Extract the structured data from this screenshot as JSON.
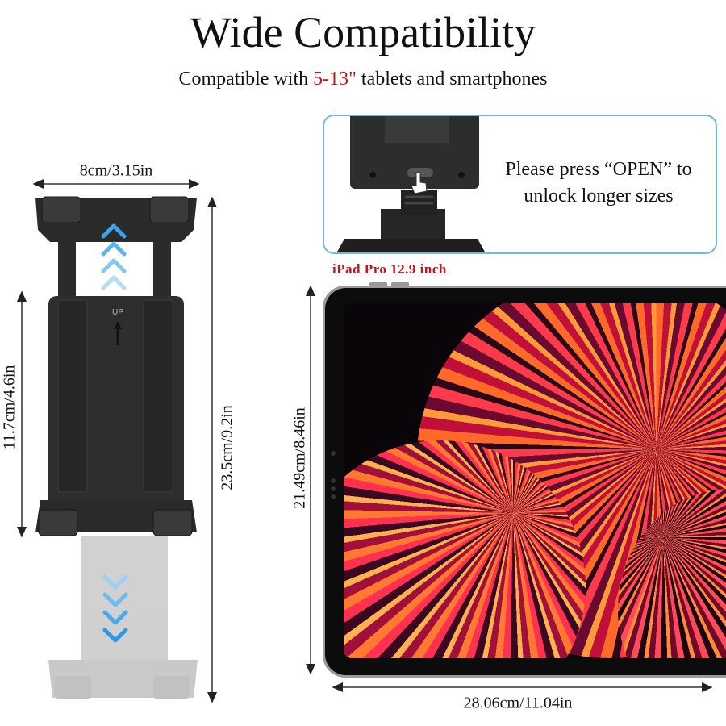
{
  "header": {
    "title": "Wide Compatibility",
    "subtitle_prefix": "Compatible with ",
    "subtitle_highlight": "5-13\"",
    "subtitle_suffix": " tablets and smartphones",
    "highlight_color": "#d0131a"
  },
  "holder": {
    "width_label": "8cm/3.15in",
    "body_height_label": "11.7cm/4.6in",
    "extended_height_label": "23.5cm/9.2in",
    "body_marking": "UP",
    "arrow_color": "#3fa3ea"
  },
  "callout": {
    "line1": "Please press “OPEN” to",
    "line2": "unlock longer sizes",
    "border_color": "#6fb9da"
  },
  "tablet": {
    "model_label": "iPad Pro 12.9 inch",
    "height_label": "21.49cm/8.46in",
    "width_label": "28.06cm/11.04in"
  }
}
